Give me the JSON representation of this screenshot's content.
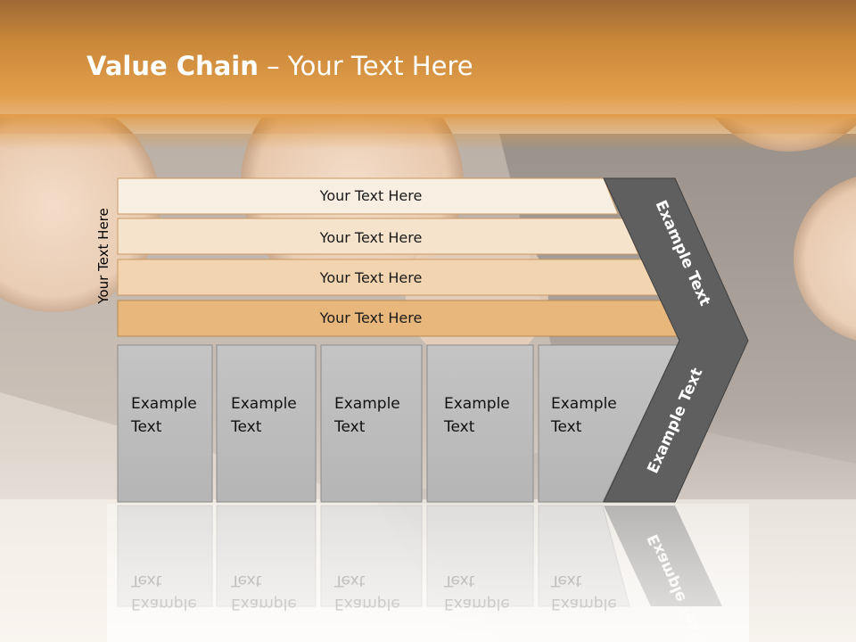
{
  "slide": {
    "title_bold": "Value Chain",
    "title_rest": " – Your Text Here",
    "side_label": "Your Text Here"
  },
  "bands": [
    {
      "label": "Your Text Here",
      "color": "#F9EEE2"
    },
    {
      "label": "Your Text Here",
      "color": "#F6E3CC"
    },
    {
      "label": "Your Text Here",
      "color": "#F2D5B0"
    },
    {
      "label": "Your Text Here",
      "color": "#E8B77B"
    }
  ],
  "columns": [
    {
      "line1": "Example",
      "line2": "Text"
    },
    {
      "line1": "Example",
      "line2": "Text"
    },
    {
      "line1": "Example",
      "line2": "Text"
    },
    {
      "line1": "Example",
      "line2": "Text"
    },
    {
      "line1": "Example",
      "line2": "Text"
    }
  ],
  "chevron": {
    "upper_label": "Example Text",
    "lower_label": "Example Text"
  },
  "colors": {
    "header_orange": "#E09A45",
    "chevron_gray": "#5F5F5F",
    "column_gray": "#BFBFBF"
  }
}
